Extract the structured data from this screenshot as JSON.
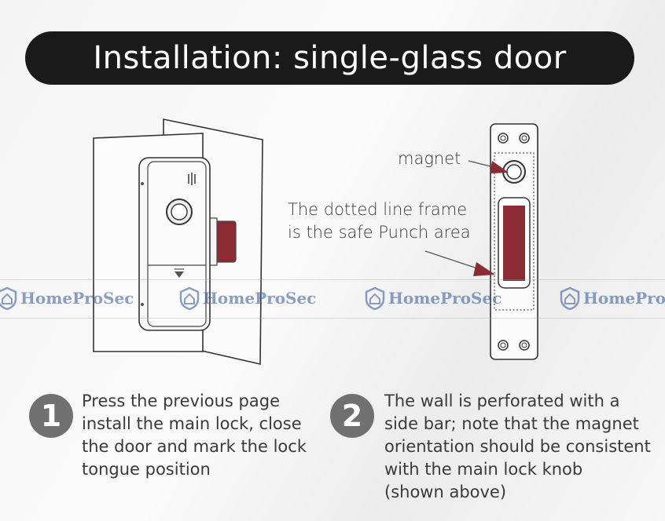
{
  "title": "Installation: single-glass door",
  "labels": {
    "magnet": "magnet",
    "dotted_line_1": "The dotted line frame",
    "dotted_line_2": "is the safe Punch area"
  },
  "steps": [
    {
      "number": "1",
      "lines": [
        "Press the previous page",
        "install the main lock, close",
        "the door and mark the lock",
        "tongue position"
      ]
    },
    {
      "number": "2",
      "lines": [
        "The wall is perforated with a",
        "side bar; note that the magnet",
        "orientation should be consistent",
        "with the main lock knob",
        "(shown above)"
      ]
    }
  ],
  "watermark": {
    "text": "HomeProSec",
    "text_cut": "HomePro",
    "icon": "house-shield-icon",
    "color": "#2c5597"
  },
  "colors": {
    "title_bg": "#1a1a1a",
    "accent": "#8b2c35",
    "step_circle": "#707070"
  }
}
